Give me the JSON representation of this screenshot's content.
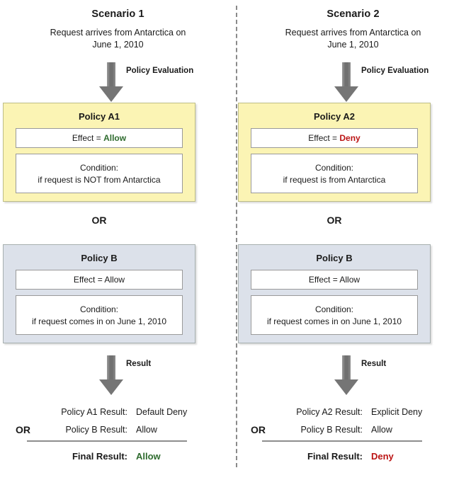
{
  "colors": {
    "allow_green": "#2e6b2e",
    "deny_red": "#bb1414",
    "policy_a_fill": "#fbf4b4",
    "policy_b_fill": "#dce1ea",
    "arrow_gray": "#757575",
    "divider_gray": "#8a8a8a"
  },
  "scenarios": [
    {
      "title": "Scenario 1",
      "subtitle": "Request arrives from Antarctica on\nJune 1, 2010",
      "eval_arrow_label": "Policy Evaluation",
      "policy_a": {
        "name": "Policy A1",
        "effect_prefix": "Effect = ",
        "effect_value": "Allow",
        "effect_value_kind": "allow",
        "condition_title": "Condition:",
        "condition_text": "if request is NOT from Antarctica"
      },
      "or_label": "OR",
      "policy_b": {
        "name": "Policy B",
        "effect_prefix": "Effect = ",
        "effect_value": "Allow",
        "effect_value_kind": "plain",
        "condition_title": "Condition:",
        "condition_text": "if request comes in on June 1, 2010"
      },
      "result_arrow_label": "Result",
      "result": {
        "rows": [
          {
            "or": "",
            "label": "Policy A1 Result:",
            "value": "Default Deny"
          },
          {
            "or": "OR",
            "label": "Policy B Result:",
            "value": "Allow"
          }
        ],
        "final_label": "Final Result:",
        "final_value": "Allow",
        "final_value_kind": "allow"
      }
    },
    {
      "title": "Scenario 2",
      "subtitle": "Request arrives from Antarctica on\nJune 1, 2010",
      "eval_arrow_label": "Policy Evaluation",
      "policy_a": {
        "name": "Policy A2",
        "effect_prefix": "Effect = ",
        "effect_value": "Deny",
        "effect_value_kind": "deny",
        "condition_title": "Condition:",
        "condition_text": "if request is from Antarctica"
      },
      "or_label": "OR",
      "policy_b": {
        "name": "Policy B",
        "effect_prefix": "Effect = ",
        "effect_value": "Allow",
        "effect_value_kind": "plain",
        "condition_title": "Condition:",
        "condition_text": "if request comes in on June 1, 2010"
      },
      "result_arrow_label": "Result",
      "result": {
        "rows": [
          {
            "or": "",
            "label": "Policy A2 Result:",
            "value": "Explicit Deny"
          },
          {
            "or": "OR",
            "label": "Policy B Result:",
            "value": "Allow"
          }
        ],
        "final_label": "Final Result:",
        "final_value": "Deny",
        "final_value_kind": "deny"
      }
    }
  ]
}
